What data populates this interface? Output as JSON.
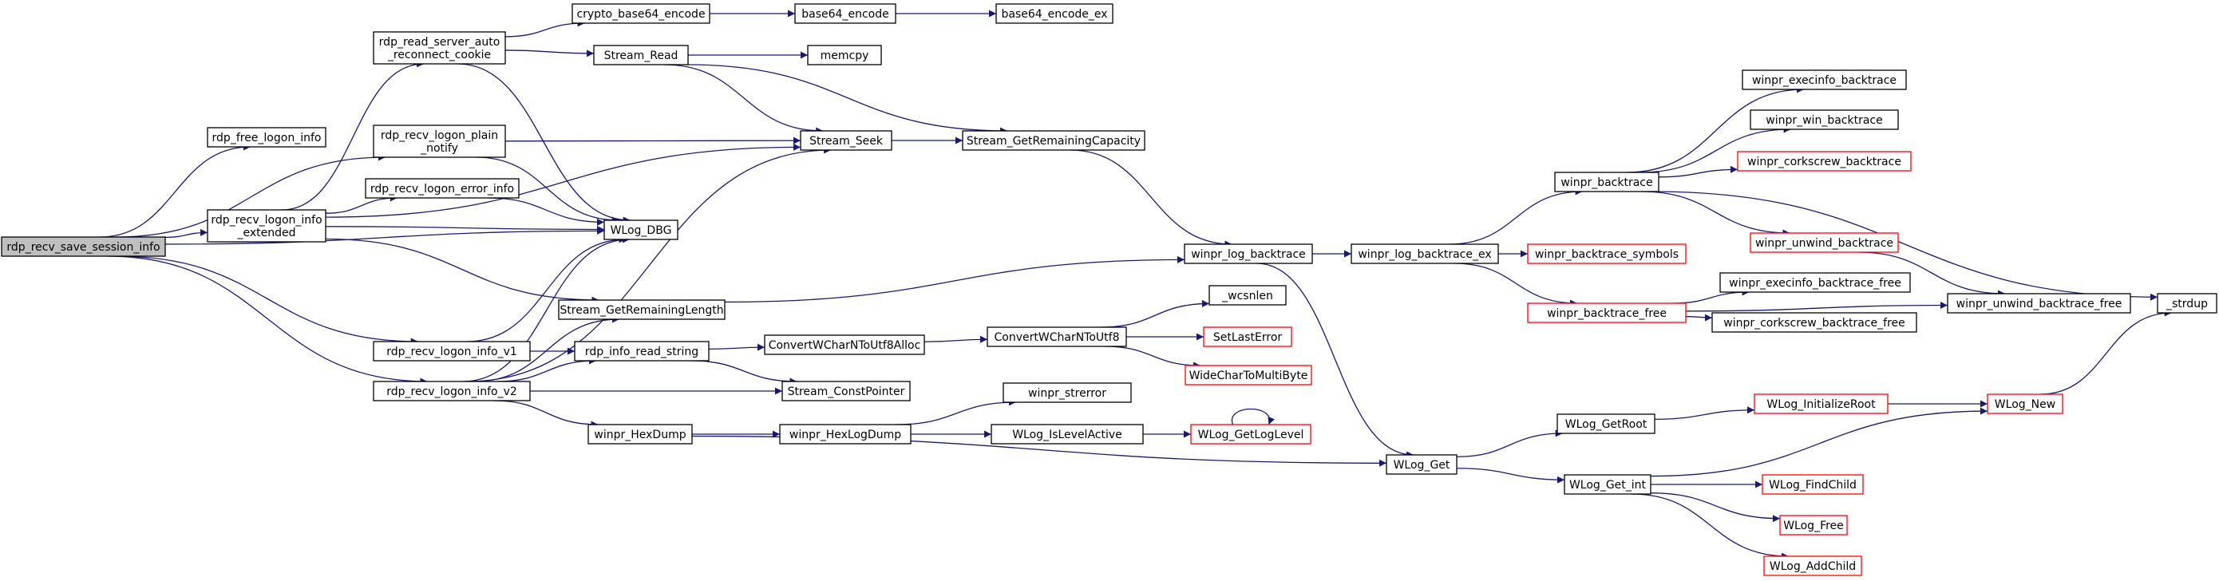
{
  "graph": {
    "colors": {
      "edge": "#191970",
      "node_border": "#000000",
      "node_border_external": "#ff0000",
      "node_fill": "#ffffff",
      "root_fill": "#bfbfbf"
    },
    "nodes": [
      {
        "id": "n_root",
        "lines": [
          "rdp_recv_save_session_info"
        ],
        "kind": "root"
      },
      {
        "id": "n_free_logon",
        "lines": [
          "rdp_free_logon_info"
        ],
        "kind": "normal"
      },
      {
        "id": "n_recv_ext",
        "lines": [
          "rdp_recv_logon_info",
          "_extended"
        ],
        "kind": "normal"
      },
      {
        "id": "n_recv_v1",
        "lines": [
          "rdp_recv_logon_info_v1"
        ],
        "kind": "normal"
      },
      {
        "id": "n_recv_v2",
        "lines": [
          "rdp_recv_logon_info_v2"
        ],
        "kind": "normal"
      },
      {
        "id": "n_reconnect",
        "lines": [
          "rdp_read_server_auto",
          "_reconnect_cookie"
        ],
        "kind": "normal"
      },
      {
        "id": "n_plain",
        "lines": [
          "rdp_recv_logon_plain",
          "_notify"
        ],
        "kind": "normal"
      },
      {
        "id": "n_error",
        "lines": [
          "rdp_recv_logon_error_info"
        ],
        "kind": "normal"
      },
      {
        "id": "n_wlog_dbg",
        "lines": [
          "WLog_DBG"
        ],
        "kind": "normal"
      },
      {
        "id": "n_getlen",
        "lines": [
          "Stream_GetRemainingLength"
        ],
        "kind": "normal"
      },
      {
        "id": "n_readstr",
        "lines": [
          "rdp_info_read_string"
        ],
        "kind": "normal"
      },
      {
        "id": "n_constptr",
        "lines": [
          "Stream_ConstPointer"
        ],
        "kind": "normal"
      },
      {
        "id": "n_hexdump",
        "lines": [
          "winpr_HexDump"
        ],
        "kind": "normal"
      },
      {
        "id": "n_crypto64",
        "lines": [
          "crypto_base64_encode"
        ],
        "kind": "normal"
      },
      {
        "id": "n_stread",
        "lines": [
          "Stream_Read"
        ],
        "kind": "normal"
      },
      {
        "id": "n_stseek",
        "lines": [
          "Stream_Seek"
        ],
        "kind": "normal"
      },
      {
        "id": "n_b64",
        "lines": [
          "base64_encode"
        ],
        "kind": "normal"
      },
      {
        "id": "n_b64ex",
        "lines": [
          "base64_encode_ex"
        ],
        "kind": "normal"
      },
      {
        "id": "n_memcpy",
        "lines": [
          "memcpy"
        ],
        "kind": "normal"
      },
      {
        "id": "n_getcap",
        "lines": [
          "Stream_GetRemainingCapacity"
        ],
        "kind": "normal"
      },
      {
        "id": "n_cw2u8alloc",
        "lines": [
          "ConvertWCharNToUtf8Alloc"
        ],
        "kind": "normal"
      },
      {
        "id": "n_cw2u8",
        "lines": [
          "ConvertWCharNToUtf8"
        ],
        "kind": "normal"
      },
      {
        "id": "n_wcsnlen",
        "lines": [
          "_wcsnlen"
        ],
        "kind": "normal"
      },
      {
        "id": "n_setlasterr",
        "lines": [
          "SetLastError"
        ],
        "kind": "external"
      },
      {
        "id": "n_wc2mb",
        "lines": [
          "WideCharToMultiByte"
        ],
        "kind": "external"
      },
      {
        "id": "n_strerror",
        "lines": [
          "winpr_strerror"
        ],
        "kind": "normal"
      },
      {
        "id": "n_hexlogdump",
        "lines": [
          "winpr_HexLogDump"
        ],
        "kind": "normal"
      },
      {
        "id": "n_islevel",
        "lines": [
          "WLog_IsLevelActive"
        ],
        "kind": "normal"
      },
      {
        "id": "n_getloglevel",
        "lines": [
          "WLog_GetLogLevel"
        ],
        "kind": "external"
      },
      {
        "id": "n_logbt",
        "lines": [
          "winpr_log_backtrace"
        ],
        "kind": "normal"
      },
      {
        "id": "n_logbtex",
        "lines": [
          "winpr_log_backtrace_ex"
        ],
        "kind": "normal"
      },
      {
        "id": "n_wlog_get",
        "lines": [
          "WLog_Get"
        ],
        "kind": "normal"
      },
      {
        "id": "n_bt",
        "lines": [
          "winpr_backtrace"
        ],
        "kind": "normal"
      },
      {
        "id": "n_btsym",
        "lines": [
          "winpr_backtrace_symbols"
        ],
        "kind": "external"
      },
      {
        "id": "n_btfree",
        "lines": [
          "winpr_backtrace_free"
        ],
        "kind": "external"
      },
      {
        "id": "n_execinfo",
        "lines": [
          "winpr_execinfo_backtrace"
        ],
        "kind": "normal"
      },
      {
        "id": "n_winbt",
        "lines": [
          "winpr_win_backtrace"
        ],
        "kind": "normal"
      },
      {
        "id": "n_corkbt",
        "lines": [
          "winpr_corkscrew_backtrace"
        ],
        "kind": "external"
      },
      {
        "id": "n_unwindbt",
        "lines": [
          "winpr_unwind_backtrace"
        ],
        "kind": "external"
      },
      {
        "id": "n_execinfofree",
        "lines": [
          "winpr_execinfo_backtrace_free"
        ],
        "kind": "normal"
      },
      {
        "id": "n_corkfree",
        "lines": [
          "winpr_corkscrew_backtrace_free"
        ],
        "kind": "normal"
      },
      {
        "id": "n_unwindfree",
        "lines": [
          "winpr_unwind_backtrace_free"
        ],
        "kind": "normal"
      },
      {
        "id": "n_strdup",
        "lines": [
          "_strdup"
        ],
        "kind": "normal"
      },
      {
        "id": "n_getroot",
        "lines": [
          "WLog_GetRoot"
        ],
        "kind": "normal"
      },
      {
        "id": "n_getint",
        "lines": [
          "WLog_Get_int"
        ],
        "kind": "normal"
      },
      {
        "id": "n_initroot",
        "lines": [
          "WLog_InitializeRoot"
        ],
        "kind": "external"
      },
      {
        "id": "n_wlog_new",
        "lines": [
          "WLog_New"
        ],
        "kind": "external"
      },
      {
        "id": "n_findchild",
        "lines": [
          "WLog_FindChild"
        ],
        "kind": "external"
      },
      {
        "id": "n_wlog_free",
        "lines": [
          "WLog_Free"
        ],
        "kind": "external"
      },
      {
        "id": "n_addchild",
        "lines": [
          "WLog_AddChild"
        ],
        "kind": "external"
      }
    ],
    "edges": [
      [
        "n_root",
        "n_free_logon"
      ],
      [
        "n_root",
        "n_recv_ext"
      ],
      [
        "n_root",
        "n_recv_v1"
      ],
      [
        "n_root",
        "n_recv_v2"
      ],
      [
        "n_root",
        "n_plain"
      ],
      [
        "n_root",
        "n_wlog_dbg"
      ],
      [
        "n_recv_ext",
        "n_reconnect"
      ],
      [
        "n_recv_ext",
        "n_stseek"
      ],
      [
        "n_recv_ext",
        "n_error"
      ],
      [
        "n_recv_ext",
        "n_wlog_dbg"
      ],
      [
        "n_recv_ext",
        "n_getlen"
      ],
      [
        "n_reconnect",
        "n_crypto64"
      ],
      [
        "n_reconnect",
        "n_stread"
      ],
      [
        "n_reconnect",
        "n_wlog_dbg"
      ],
      [
        "n_plain",
        "n_stseek"
      ],
      [
        "n_plain",
        "n_wlog_dbg"
      ],
      [
        "n_error",
        "n_wlog_dbg"
      ],
      [
        "n_recv_v1",
        "n_wlog_dbg"
      ],
      [
        "n_recv_v1",
        "n_readstr"
      ],
      [
        "n_recv_v2",
        "n_wlog_dbg"
      ],
      [
        "n_recv_v2",
        "n_getlen"
      ],
      [
        "n_recv_v2",
        "n_readstr"
      ],
      [
        "n_recv_v2",
        "n_constptr"
      ],
      [
        "n_recv_v2",
        "n_hexdump"
      ],
      [
        "n_recv_v2",
        "n_stseek"
      ],
      [
        "n_crypto64",
        "n_b64"
      ],
      [
        "n_b64",
        "n_b64ex"
      ],
      [
        "n_stread",
        "n_memcpy"
      ],
      [
        "n_stread",
        "n_stseek"
      ],
      [
        "n_stread",
        "n_getcap"
      ],
      [
        "n_stseek",
        "n_getcap"
      ],
      [
        "n_getcap",
        "n_logbt"
      ],
      [
        "n_getlen",
        "n_logbt"
      ],
      [
        "n_readstr",
        "n_cw2u8alloc"
      ],
      [
        "n_readstr",
        "n_constptr"
      ],
      [
        "n_cw2u8alloc",
        "n_cw2u8"
      ],
      [
        "n_cw2u8",
        "n_wcsnlen"
      ],
      [
        "n_cw2u8",
        "n_setlasterr"
      ],
      [
        "n_cw2u8",
        "n_wc2mb"
      ],
      [
        "n_hexdump",
        "n_hexlogdump"
      ],
      [
        "n_hexdump",
        "n_wlog_get"
      ],
      [
        "n_hexlogdump",
        "n_strerror"
      ],
      [
        "n_hexlogdump",
        "n_islevel"
      ],
      [
        "n_islevel",
        "n_getloglevel"
      ],
      [
        "n_getloglevel",
        "n_getloglevel"
      ],
      [
        "n_logbt",
        "n_logbtex"
      ],
      [
        "n_logbt",
        "n_wlog_get"
      ],
      [
        "n_logbtex",
        "n_bt"
      ],
      [
        "n_logbtex",
        "n_btsym"
      ],
      [
        "n_logbtex",
        "n_btfree"
      ],
      [
        "n_bt",
        "n_execinfo"
      ],
      [
        "n_bt",
        "n_winbt"
      ],
      [
        "n_bt",
        "n_corkbt"
      ],
      [
        "n_bt",
        "n_unwindbt"
      ],
      [
        "n_bt",
        "n_strdup"
      ],
      [
        "n_unwindbt",
        "n_unwindfree"
      ],
      [
        "n_btfree",
        "n_execinfofree"
      ],
      [
        "n_btfree",
        "n_corkfree"
      ],
      [
        "n_btfree",
        "n_unwindfree"
      ],
      [
        "n_wlog_get",
        "n_getroot"
      ],
      [
        "n_wlog_get",
        "n_getint"
      ],
      [
        "n_getroot",
        "n_initroot"
      ],
      [
        "n_initroot",
        "n_wlog_new"
      ],
      [
        "n_getint",
        "n_wlog_new"
      ],
      [
        "n_getint",
        "n_findchild"
      ],
      [
        "n_getint",
        "n_wlog_free"
      ],
      [
        "n_getint",
        "n_addchild"
      ],
      [
        "n_wlog_new",
        "n_strdup"
      ]
    ]
  }
}
